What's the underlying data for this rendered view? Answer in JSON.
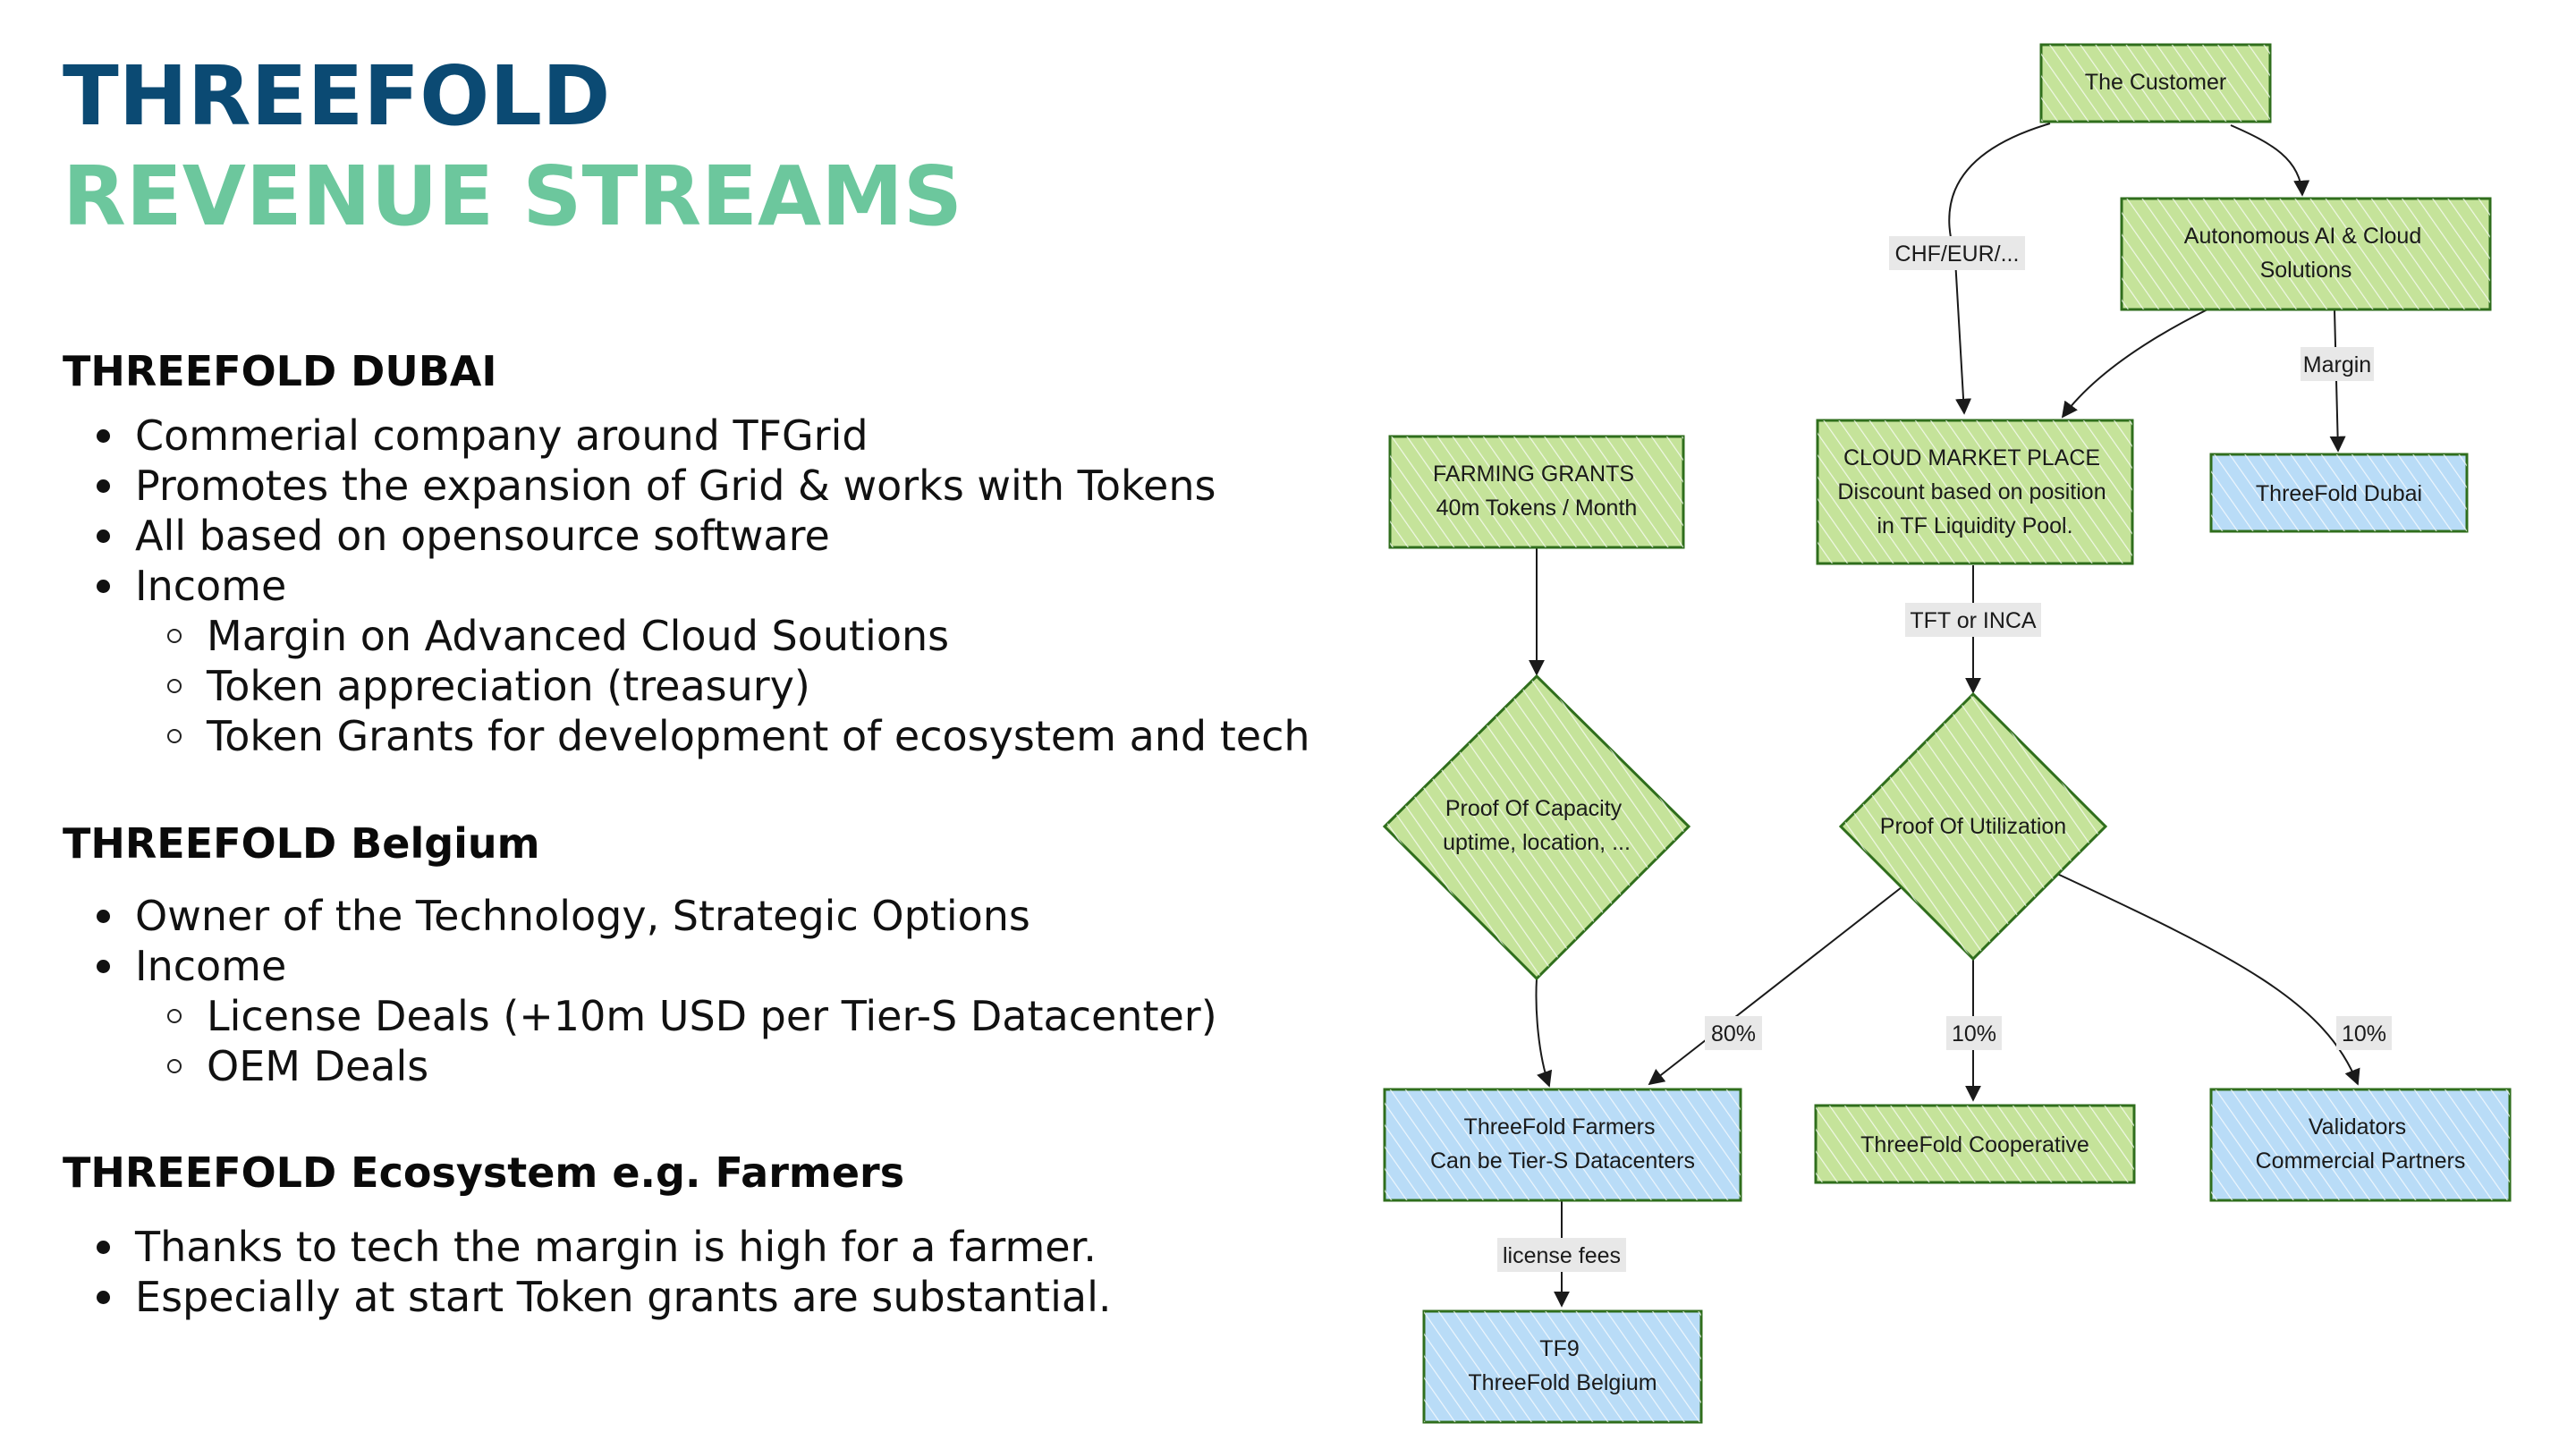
{
  "title": {
    "line1": "THREEFOLD",
    "line2": "REVENUE STREAMS"
  },
  "sections": {
    "dubai": {
      "heading": "THREEFOLD DUBAI",
      "bullets": [
        "Commerial company around TFGrid",
        "Promotes the expansion of Grid & works with Tokens",
        "All based on opensource software",
        "Income"
      ],
      "sub_bullets": [
        "Margin on Advanced Cloud Soutions",
        "Token appreciation (treasury)",
        "Token Grants for development of ecosystem and tech"
      ]
    },
    "belgium": {
      "heading": "THREEFOLD Belgium",
      "bullets": [
        "Owner of the Technology, Strategic Options",
        "Income"
      ],
      "sub_bullets": [
        "License Deals (+10m USD per Tier-S Datacenter)",
        "OEM Deals"
      ]
    },
    "ecosystem": {
      "heading": "THREEFOLD Ecosystem e.g. Farmers",
      "bullets": [
        "Thanks to tech the margin is high for a farmer.",
        "Especially at start Token grants are substantial."
      ]
    }
  },
  "diagram": {
    "colors": {
      "green_fill": "#c5e39a",
      "green_stroke": "#2f6e1c",
      "blue_fill": "#b9dcf7",
      "blue_stroke": "#2f6e1c",
      "hatch": "#ffffff",
      "label_bg": "#e8e8e8",
      "line": "#1a1a1a"
    },
    "nodes": {
      "customer": {
        "lines": [
          "The Customer"
        ]
      },
      "autonomous": {
        "lines": [
          "Autonomous AI & Cloud",
          "Solutions"
        ]
      },
      "market": {
        "lines": [
          "CLOUD MARKET PLACE",
          "Discount based on position",
          "in TF Liquidity Pool."
        ]
      },
      "dubai": {
        "lines": [
          "ThreeFold Dubai"
        ]
      },
      "farming": {
        "lines": [
          "FARMING GRANTS",
          "40m Tokens / Month"
        ]
      },
      "capacity": {
        "lines": [
          "Proof Of Capacity",
          "uptime, location, ..."
        ]
      },
      "utilization": {
        "lines": [
          "Proof Of Utilization"
        ]
      },
      "farmers": {
        "lines": [
          "ThreeFold Farmers",
          "Can be Tier-S Datacenters"
        ]
      },
      "cooperative": {
        "lines": [
          "ThreeFold Cooperative"
        ]
      },
      "validators": {
        "lines": [
          "Validators",
          "Commercial Partners"
        ]
      },
      "tf9": {
        "lines": [
          "TF9",
          "ThreeFold Belgium"
        ]
      }
    },
    "edge_labels": {
      "chf": "CHF/EUR/...",
      "margin": "Margin",
      "tft": "TFT or INCA",
      "p80": "80%",
      "p10a": "10%",
      "p10b": "10%",
      "license": "license fees"
    }
  }
}
